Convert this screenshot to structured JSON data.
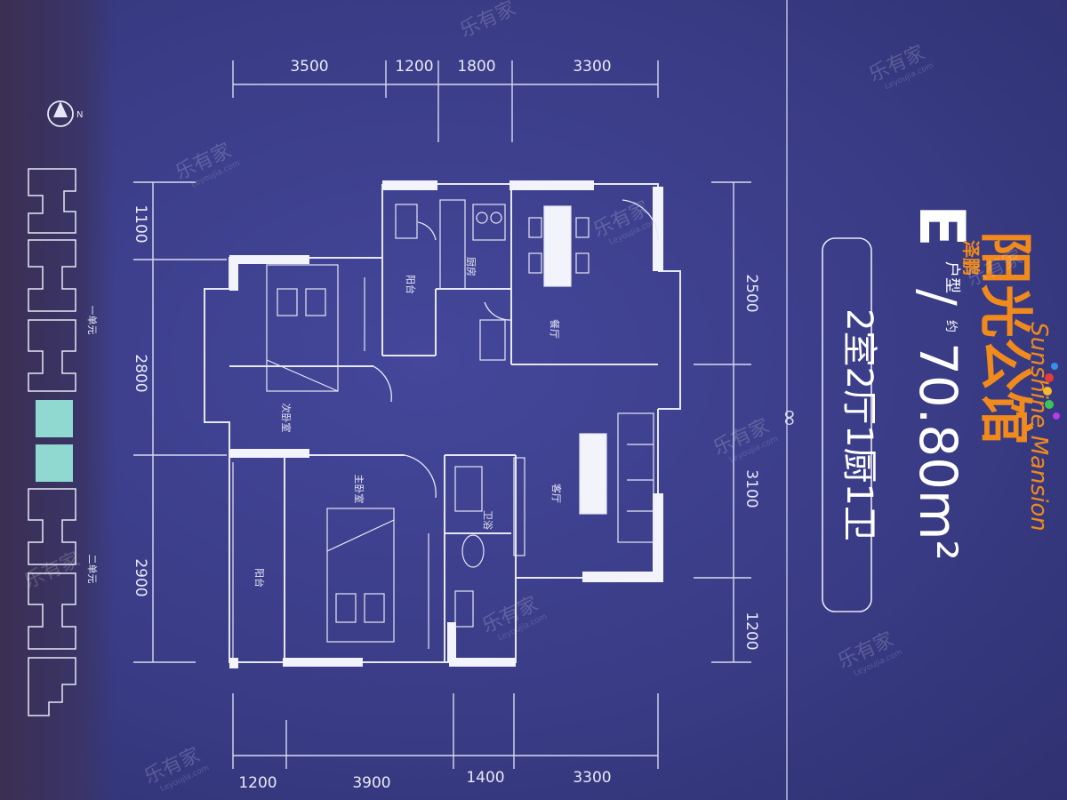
{
  "dimensions": {
    "top": [
      "3500",
      "1200",
      "1800",
      "3300"
    ],
    "bottom": [
      "1200",
      "3900",
      "1400",
      "3300"
    ],
    "left": [
      "1100",
      "2800",
      "2900"
    ],
    "right": [
      "2500",
      "3100",
      "1200"
    ]
  },
  "rooms": {
    "balcony_top": "阳台",
    "kitchen": "厨房",
    "dining": "餐厅",
    "second_bedroom": "次卧室",
    "master_bedroom": "主卧室",
    "bathroom": "卫浴",
    "living": "客厅",
    "balcony_bottom": "阳台"
  },
  "unit": {
    "letter": "E",
    "type_label": "户型",
    "approx_label": "约",
    "area": "70.80m²",
    "layout": "2室2厅1厨1卫"
  },
  "brand": {
    "cn_name": "阳光公馆",
    "prefix": "泽鹏",
    "en_name": "Sunshine Mansion"
  },
  "site_plan": {
    "north_label": "N",
    "unit1_label": "一单元",
    "unit2_label": "二单元"
  },
  "watermark": {
    "text": "乐有家",
    "sub": "Leyoujia.com"
  },
  "colors": {
    "background": "#3b3d86",
    "line": "#e8e9f6",
    "brand_orange": "#f08a1c",
    "highlight": "#8fd9d0"
  }
}
